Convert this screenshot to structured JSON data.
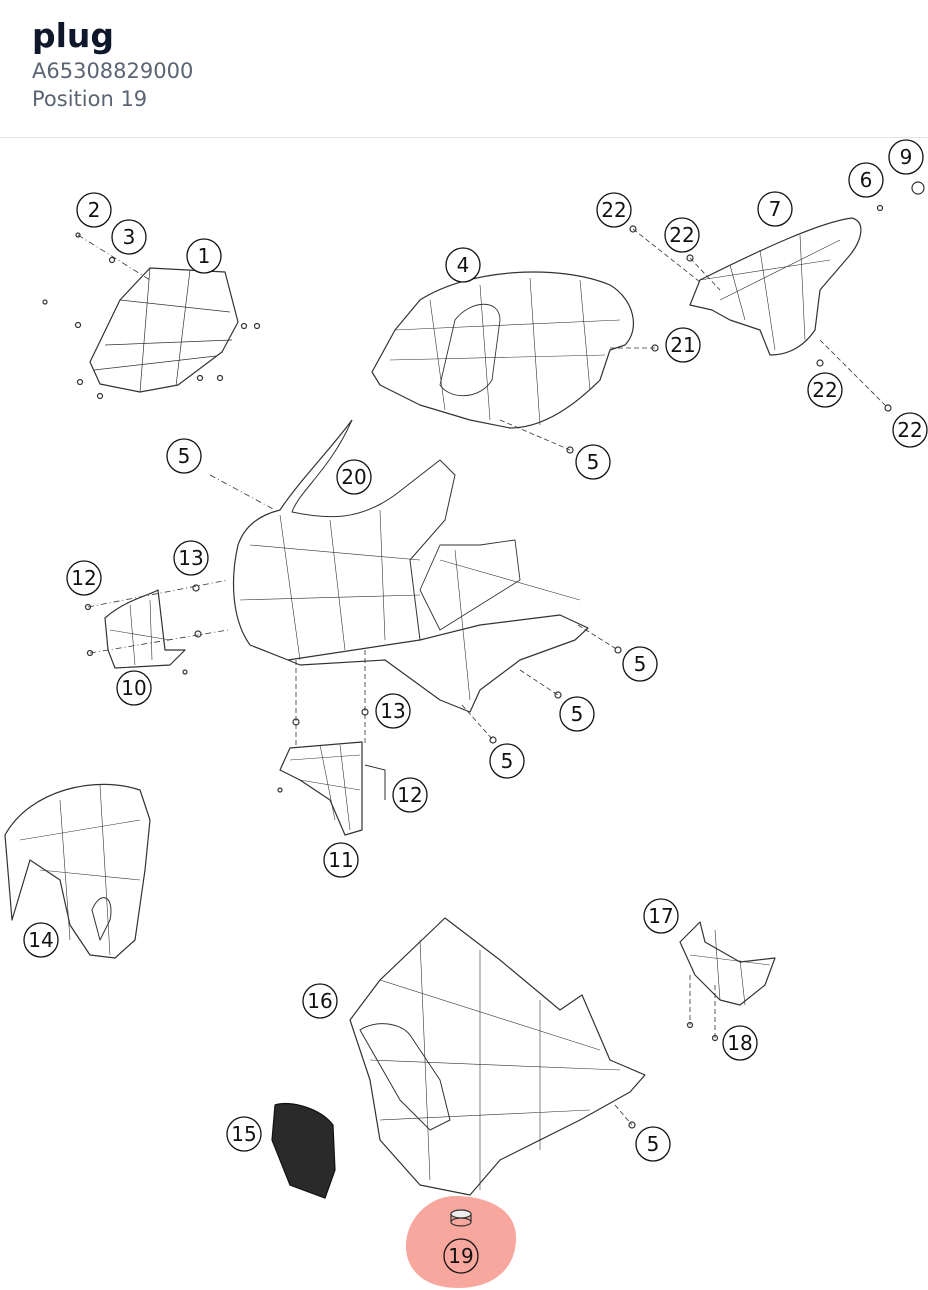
{
  "header": {
    "title": "plug",
    "part_number": "A65308829000",
    "position": "Position 19"
  },
  "diagram": {
    "highlight_color": "#f7a79d",
    "callouts": [
      {
        "id": "c1",
        "label": "1"
      },
      {
        "id": "c2",
        "label": "2"
      },
      {
        "id": "c3",
        "label": "3"
      },
      {
        "id": "c4",
        "label": "4"
      },
      {
        "id": "c5a",
        "label": "5"
      },
      {
        "id": "c5b",
        "label": "5"
      },
      {
        "id": "c5c",
        "label": "5"
      },
      {
        "id": "c5d",
        "label": "5"
      },
      {
        "id": "c5e",
        "label": "5"
      },
      {
        "id": "c5f",
        "label": "5"
      },
      {
        "id": "c6",
        "label": "6"
      },
      {
        "id": "c7",
        "label": "7"
      },
      {
        "id": "c9",
        "label": "9"
      },
      {
        "id": "c10",
        "label": "10"
      },
      {
        "id": "c11",
        "label": "11"
      },
      {
        "id": "c12a",
        "label": "12"
      },
      {
        "id": "c12b",
        "label": "12"
      },
      {
        "id": "c13a",
        "label": "13"
      },
      {
        "id": "c13b",
        "label": "13"
      },
      {
        "id": "c14",
        "label": "14"
      },
      {
        "id": "c15",
        "label": "15"
      },
      {
        "id": "c16",
        "label": "16"
      },
      {
        "id": "c17",
        "label": "17"
      },
      {
        "id": "c18",
        "label": "18"
      },
      {
        "id": "c19",
        "label": "19"
      },
      {
        "id": "c20",
        "label": "20"
      },
      {
        "id": "c21",
        "label": "21"
      },
      {
        "id": "c22a",
        "label": "22"
      },
      {
        "id": "c22b",
        "label": "22"
      },
      {
        "id": "c22c",
        "label": "22"
      },
      {
        "id": "c22d",
        "label": "22"
      }
    ]
  }
}
